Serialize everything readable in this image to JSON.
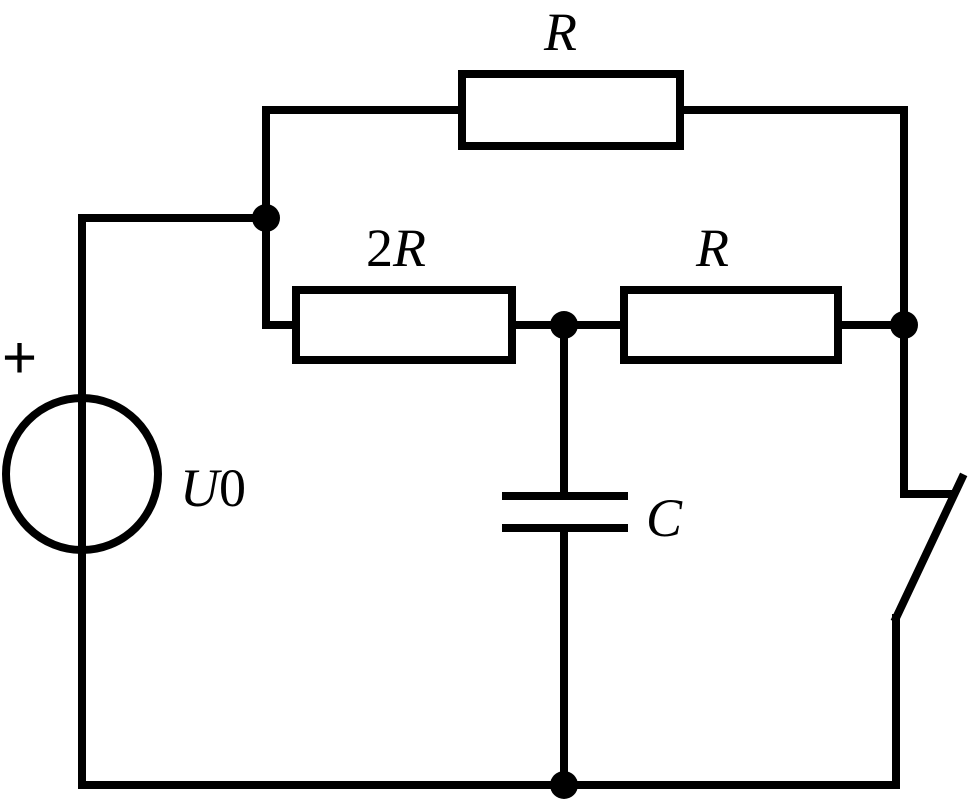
{
  "labels": {
    "top_resistor": {
      "coef": "",
      "symbol": "R"
    },
    "left_resistor": {
      "coef": "2",
      "symbol": "R"
    },
    "right_resistor": {
      "coef": "",
      "symbol": "R"
    },
    "source": {
      "symbol": "U",
      "subscript": "0",
      "polarity": "+"
    },
    "capacitor": {
      "symbol": "C"
    }
  },
  "colors": {
    "line": "#000000",
    "background": "#ffffff"
  }
}
